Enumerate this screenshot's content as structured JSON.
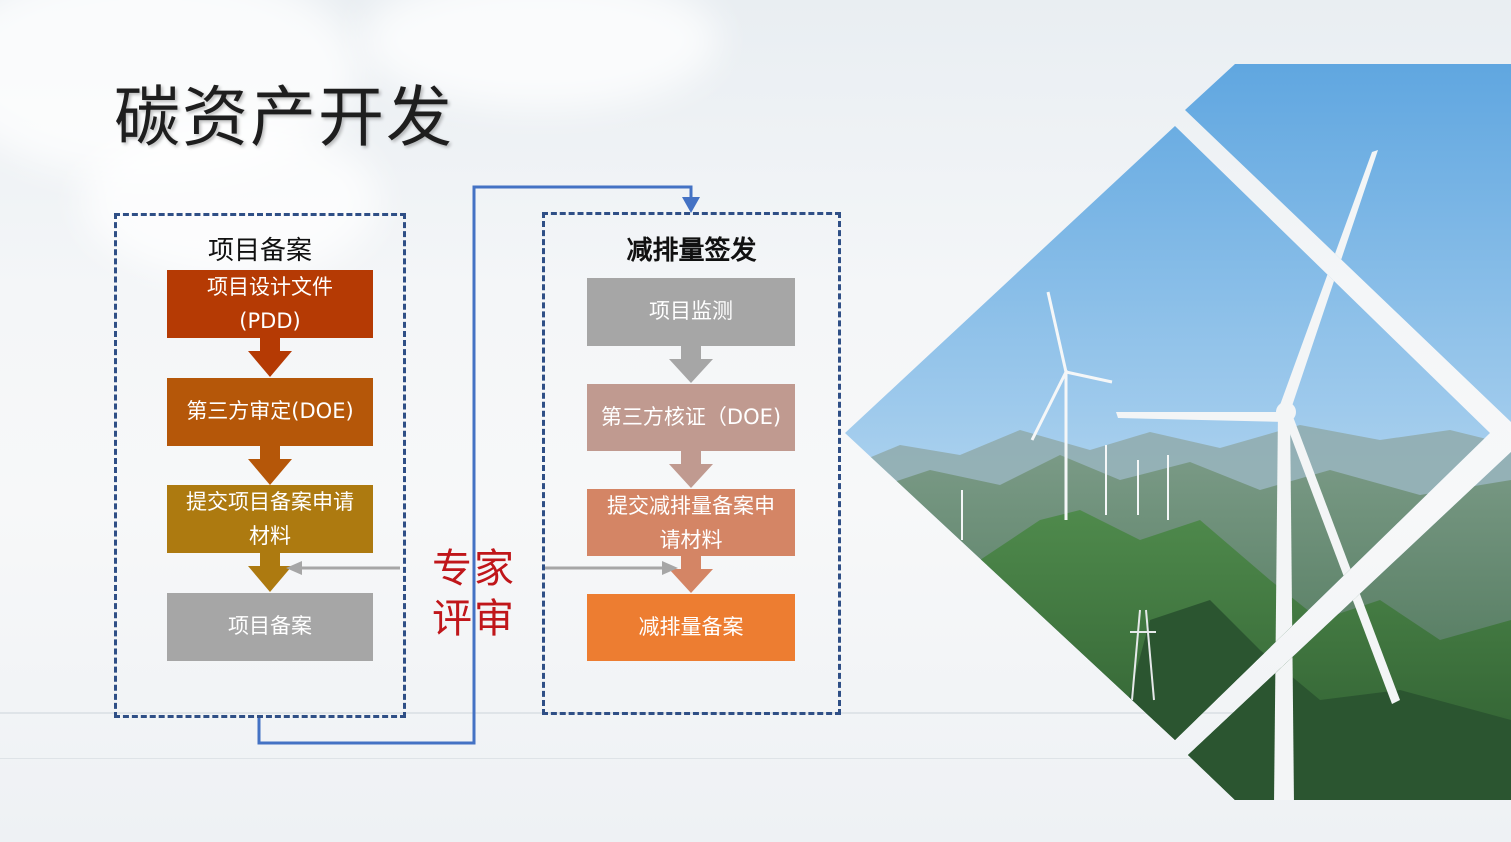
{
  "title": "碳资产开发",
  "left_panel": {
    "heading": "项目备案",
    "steps": [
      {
        "label": "项目设计文件(PDD)",
        "color": "#b53a04"
      },
      {
        "label": "第三方审定(DOE)",
        "color": "#b55709"
      },
      {
        "label": "提交项目备案申请材料",
        "color": "#ad7a10"
      },
      {
        "label": "项目备案",
        "color": "#a6a6a6"
      }
    ]
  },
  "right_panel": {
    "heading": "减排量签发",
    "steps": [
      {
        "label": "项目监测",
        "color": "#a6a6a6"
      },
      {
        "label": "第三方核证（DOE)",
        "color": "#c09a90"
      },
      {
        "label": "提交减排量备案申请材料",
        "color": "#d48565"
      },
      {
        "label": "减排量备案",
        "color": "#ed7d31"
      }
    ]
  },
  "expert_review": {
    "label": "专家评审",
    "color": "#c0161a"
  },
  "connector_color": "#4472c4",
  "image": {
    "subject": "wind-turbines-on-mountains"
  }
}
